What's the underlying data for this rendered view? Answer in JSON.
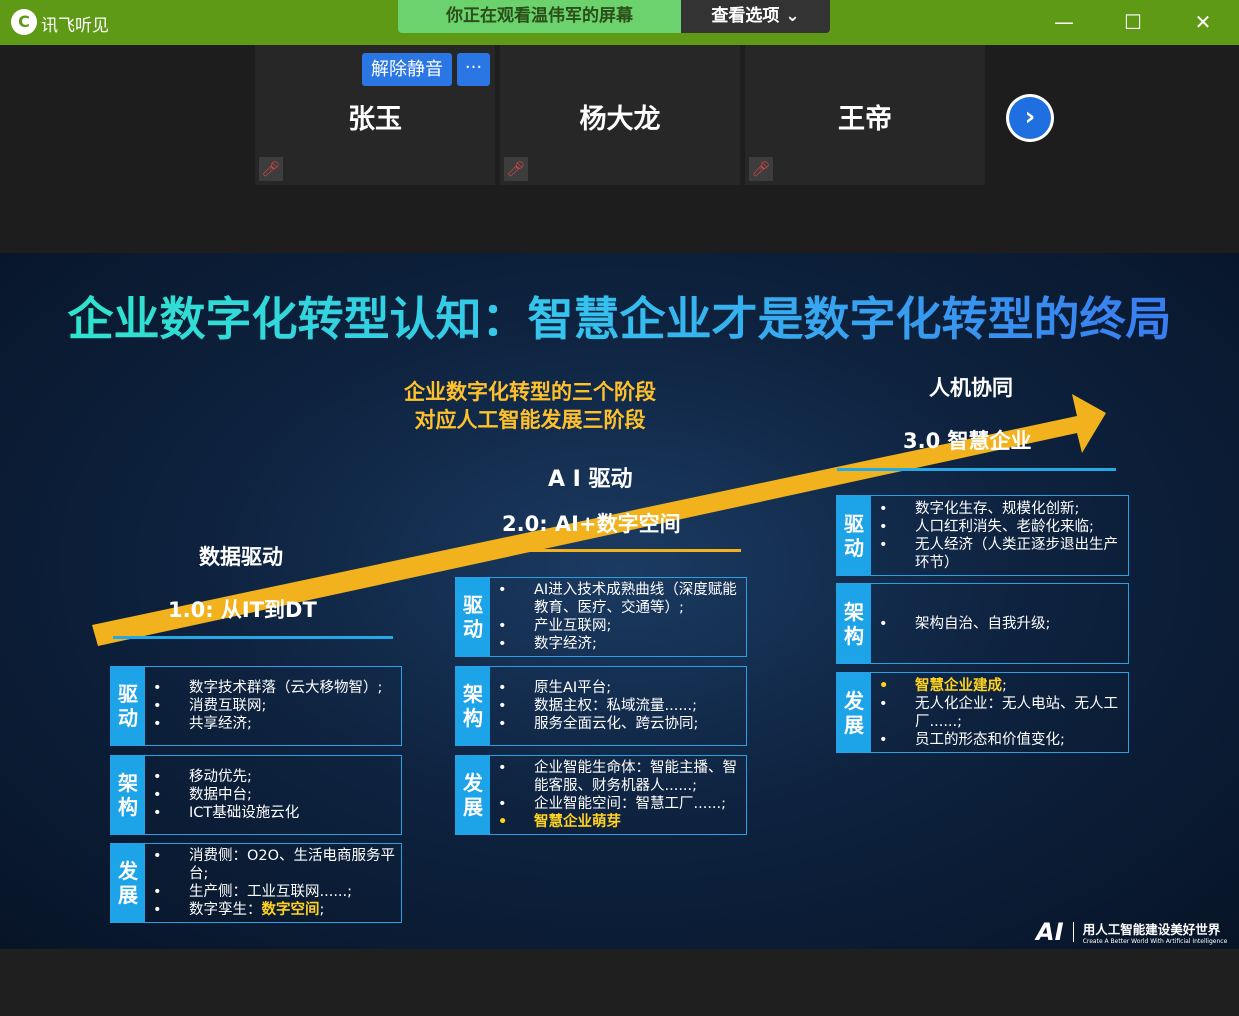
{
  "titlebar": {
    "app_name": "讯飞听见",
    "share_banner": "你正在观看温伟军的屏幕",
    "view_options": "查看选项 ⌄"
  },
  "gallery": {
    "participants": [
      {
        "name": "张玉",
        "muted": true
      },
      {
        "name": "杨大龙",
        "muted": true
      },
      {
        "name": "王帝",
        "muted": true
      }
    ],
    "unmute_label": "解除静音",
    "more_label": "···"
  },
  "slide": {
    "title": "企业数字化转型认知：智慧企业才是数字化转型的终局",
    "subtitle_line1": "企业数字化转型的三个阶段",
    "subtitle_line2": "对应人工智能发展三阶段",
    "stage1": {
      "driver": "数据驱动",
      "name": "1.0: 从IT到DT"
    },
    "stage2": {
      "driver": "A I 驱动",
      "name": "2.0: AI+数字空间"
    },
    "stage3": {
      "driver": "人机协同",
      "name": "3.0 智慧企业"
    },
    "labels": {
      "drive": "驱\n动",
      "arch": "架\n构",
      "dev": "发\n展"
    },
    "col1": {
      "drive": [
        "数字技术群落（云大移物智）;",
        "消费互联网;",
        "共享经济;"
      ],
      "arch": [
        "移动优先;",
        "数据中台;",
        "ICT基础设施云化"
      ],
      "dev": [
        "消费侧：O2O、生活电商服务平台;",
        "生产侧：工业互联网......;",
        "数字孪生："
      ],
      "dev_highlight": "数字空间",
      "dev_tail": ";"
    },
    "col2": {
      "drive": [
        "AI进入技术成熟曲线（深度赋能教育、医疗、交通等）;",
        "产业互联网;",
        "数字经济;"
      ],
      "arch": [
        "原生AI平台;",
        "数据主权：私域流量......;",
        "服务全面云化、跨云协同;"
      ],
      "dev": [
        "企业智能生命体：智能主播、智能客服、财务机器人......;",
        "企业智能空间：智慧工厂......;"
      ],
      "dev_highlight": "智慧企业萌芽"
    },
    "col3": {
      "drive": [
        "数字化生存、规模化创新;",
        "人口红利消失、老龄化来临;",
        "无人经济（人类正逐步退出生产环节）"
      ],
      "arch": [
        "架构自治、自我升级;"
      ],
      "dev_highlight": "智慧企业建成",
      "dev_highlight_tail": ";",
      "dev": [
        "无人化企业：无人电站、无人工厂......;",
        "员工的形态和价值变化;"
      ]
    },
    "logo_mark": "AI",
    "logo_text": "用人工智能建设美好世界",
    "logo_subtext": "Create A Better World With Artificial Intelligence"
  },
  "colors": {
    "titlebar": "#5e9a16",
    "banner": "#6bd26d",
    "accent_blue": "#2b76e5",
    "label_blue": "#1ca3e8",
    "arrow_yellow": "#f1b21d",
    "highlight": "#ffd21f"
  }
}
